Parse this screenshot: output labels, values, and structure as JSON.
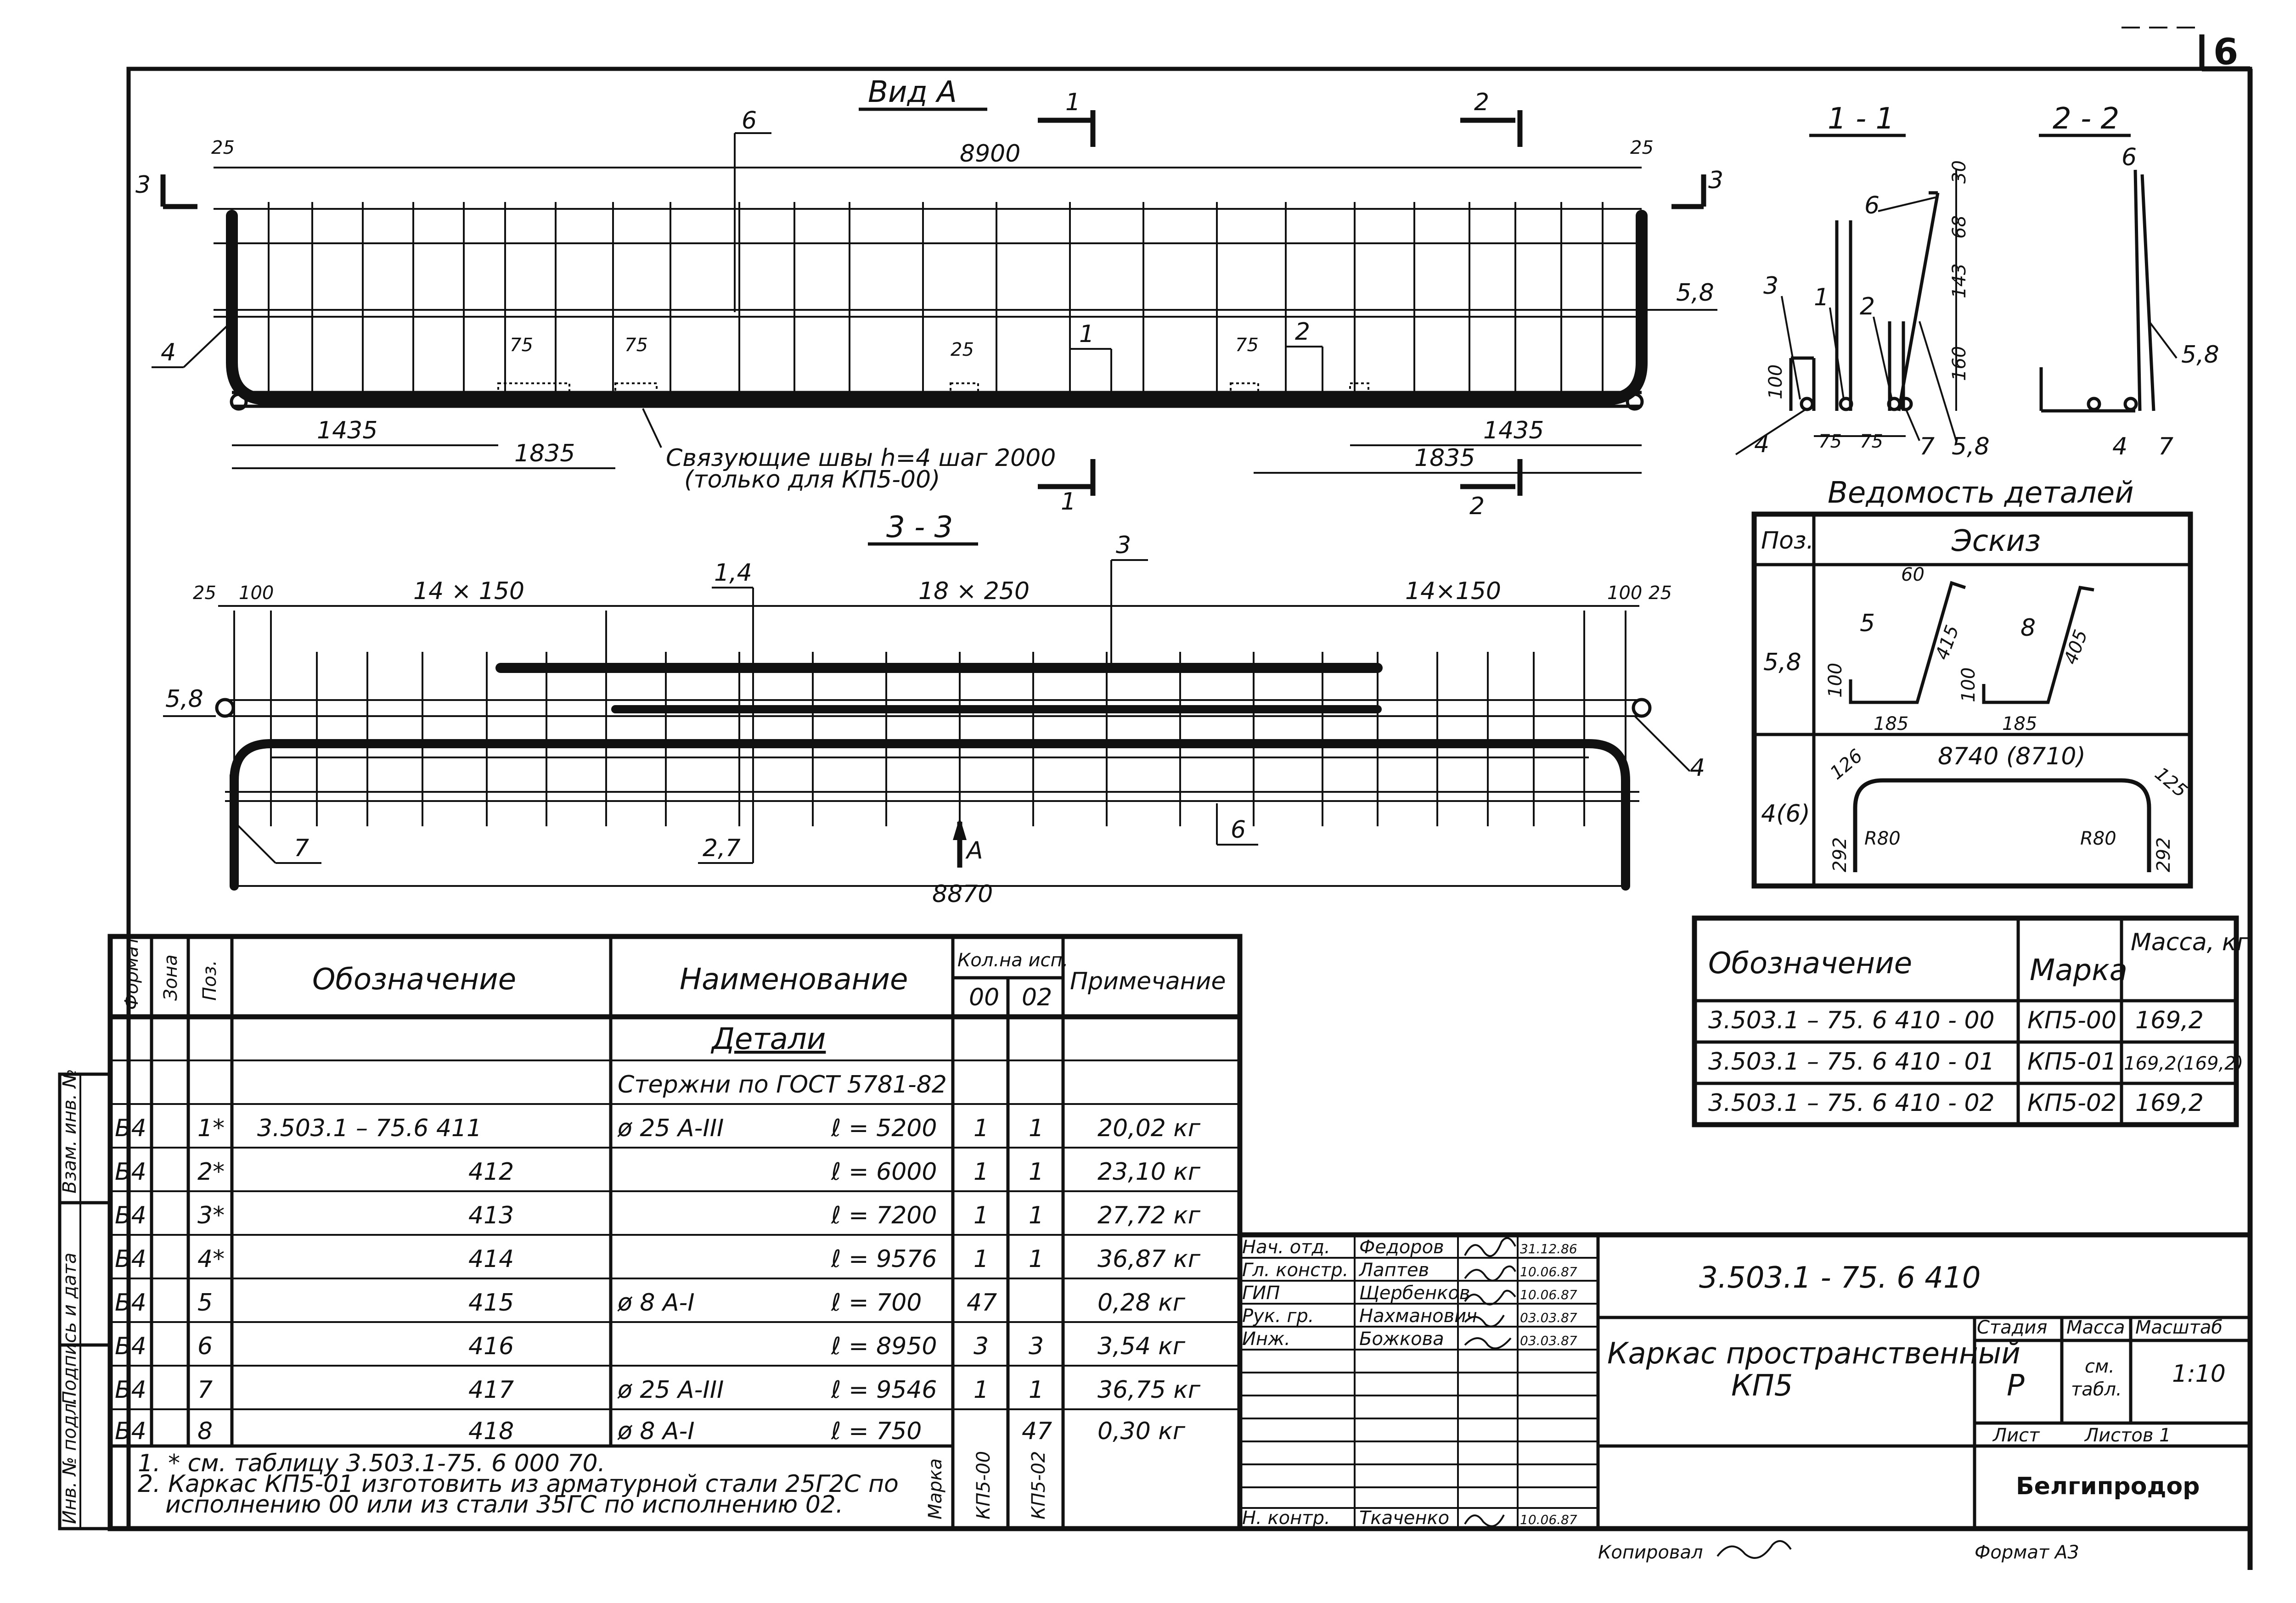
{
  "sheet": {
    "number": "6"
  },
  "views": {
    "view_a": {
      "title": "Вид А",
      "cut_marks": [
        "1",
        "1",
        "2",
        "2",
        "3",
        "3"
      ],
      "dims": {
        "overall": "8900",
        "end_left": "25",
        "end_right": "25",
        "left_1": "1435",
        "left_2": "1835",
        "right_1": "1435",
        "right_2": "1835",
        "lap_1": "75",
        "lap_2": "75",
        "lap_3": "25",
        "lap_4": "75"
      },
      "positions": {
        "p6": "6",
        "p4": "4",
        "p58": "5,8",
        "p1": "1",
        "p2": "2"
      },
      "weld_note_1": "Связующие швы h=4 шаг 2000",
      "weld_note_2": "(только для КП5-00)"
    },
    "view_33": {
      "title": "3 - 3",
      "dims": {
        "end_l": "25",
        "first_l": "100",
        "group_l": "14 × 150",
        "group_c": "18 × 250",
        "group_r": "14×150",
        "first_r": "100",
        "end_r": "25",
        "overall": "8870"
      },
      "positions": {
        "p14": "1,4",
        "p3": "3",
        "p58": "5,8",
        "p4": "4",
        "p7": "7",
        "p27": "2,7",
        "p6": "6",
        "arrow": "А"
      }
    },
    "section_11": {
      "title": "1 - 1",
      "labels": {
        "p3": "3",
        "p1": "1",
        "p6": "6",
        "p2": "2",
        "p4": "4",
        "p7": "7",
        "p58": "5,8"
      },
      "dims": {
        "d100": "100",
        "d75a": "75",
        "d75b": "75",
        "d30": "30",
        "d68": "68",
        "d143": "143",
        "d160": "160"
      }
    },
    "section_22": {
      "title": "2 - 2",
      "labels": {
        "p6": "6",
        "p58": "5,8",
        "p4": "4",
        "p7": "7"
      }
    }
  },
  "details": {
    "title": "Ведомость деталей",
    "col_pos": "Поз.",
    "col_sketch": "Эскиз",
    "row1": {
      "pos": "5,8",
      "s5": "5",
      "s8": "8",
      "d60": "60",
      "d100a": "100",
      "d415": "415",
      "d185a": "185",
      "d100b": "100",
      "d405": "405",
      "d185b": "185"
    },
    "row2": {
      "pos": "4(6)",
      "length": "8740 (8710)",
      "d126a": "126",
      "d125b": "125",
      "r80a": "R80",
      "r80b": "R80",
      "d292a": "292",
      "d292b": "292"
    }
  },
  "variants": {
    "headers": [
      "Обозначение",
      "Марка",
      "Масса, кг"
    ],
    "rows": [
      [
        "3.503.1 – 75. 6   410 - 00",
        "КП5-00",
        "169,2"
      ],
      [
        "3.503.1 – 75. 6   410 - 01",
        "КП5-01",
        "169,2(169,2)"
      ],
      [
        "3.503.1 – 75. 6   410 - 02",
        "КП5-02",
        "169,2"
      ]
    ]
  },
  "spec": {
    "headers": {
      "format": "Формат",
      "zone": "Зона",
      "pos": "Поз.",
      "designation": "Обозначение",
      "name": "Наименование",
      "qty": "Кол.на исп.",
      "q00": "00",
      "q02": "02",
      "note": "Примечание"
    },
    "section_title": "Детали",
    "subsection": "Стержни по ГОСТ 5781-82",
    "rows": [
      {
        "fmt": "Б4",
        "pos": "1*",
        "des": "3.503.1 – 75.6      411",
        "name": "ø 25 А-III",
        "len": "ℓ = 5200",
        "q00": "1",
        "q02": "1",
        "note": "20,02 кг"
      },
      {
        "fmt": "Б4",
        "pos": "2*",
        "des": "412",
        "name": "",
        "len": "ℓ = 6000",
        "q00": "1",
        "q02": "1",
        "note": "23,10 кг"
      },
      {
        "fmt": "Б4",
        "pos": "3*",
        "des": "413",
        "name": "",
        "len": "ℓ = 7200",
        "q00": "1",
        "q02": "1",
        "note": "27,72 кг"
      },
      {
        "fmt": "Б4",
        "pos": "4*",
        "des": "414",
        "name": "",
        "len": "ℓ = 9576",
        "q00": "1",
        "q02": "1",
        "note": "36,87 кг"
      },
      {
        "fmt": "Б4",
        "pos": "5",
        "des": "415",
        "name": "ø 8 А-I",
        "len": "ℓ = 700",
        "q00": "47",
        "q02": "",
        "note": "0,28 кг"
      },
      {
        "fmt": "Б4",
        "pos": "6",
        "des": "416",
        "name": "",
        "len": "ℓ = 8950",
        "q00": "3",
        "q02": "3",
        "note": "3,54 кг"
      },
      {
        "fmt": "Б4",
        "pos": "7",
        "des": "417",
        "name": "ø 25 А-III",
        "len": "ℓ = 9546",
        "q00": "1",
        "q02": "1",
        "note": "36,75 кг"
      },
      {
        "fmt": "Б4",
        "pos": "8",
        "des": "418",
        "name": "ø 8 А-I",
        "len": "ℓ = 750",
        "q00": "",
        "q02": "47",
        "note": "0,30 кг"
      }
    ],
    "notes": [
      "1. * см. таблицу 3.503.1-75. 6 000 70.",
      "2. Каркас КП5-01 изготовить из арматурной стали 25Г2С по",
      "исполнению 00 или из стали 35ГС по исполнению 02."
    ],
    "mark_label": "Марка",
    "mark_00": "КП5-00",
    "mark_02": "КП5-02"
  },
  "side_stamp": [
    "Инв. № подл.",
    "Подпись и дата",
    "Взам. инв. №"
  ],
  "title_block": {
    "code": "3.503.1 - 75. 6 410",
    "name_1": "Каркас пространственный",
    "name_2": "КП5",
    "stage_h": "Стадия",
    "mass_h": "Масса",
    "scale_h": "Масштаб",
    "stage": "Р",
    "mass_1": "см.",
    "mass_2": "табл.",
    "scale": "1:10",
    "sheet_h": "Лист",
    "sheets_h": "Листов 1",
    "org": "Белгипродор",
    "people": [
      {
        "role": "Нач. отд.",
        "name": "Федоров",
        "date": "31.12.86"
      },
      {
        "role": "Гл. констр.",
        "name": "Лаптев",
        "date": "10.06.87"
      },
      {
        "role": "ГИП",
        "name": "Щербенков",
        "date": "10.06.87"
      },
      {
        "role": "Рук. гр.",
        "name": "Нахманович",
        "date": "03.03.87"
      },
      {
        "role": "Инж.",
        "name": "Божкова",
        "date": "03.03.87"
      }
    ],
    "nkontr": {
      "role": "Н. контр.",
      "name": "Ткаченко",
      "date": "10.06.87"
    }
  },
  "footer": {
    "copied": "Копировал",
    "format": "Формат А3"
  }
}
